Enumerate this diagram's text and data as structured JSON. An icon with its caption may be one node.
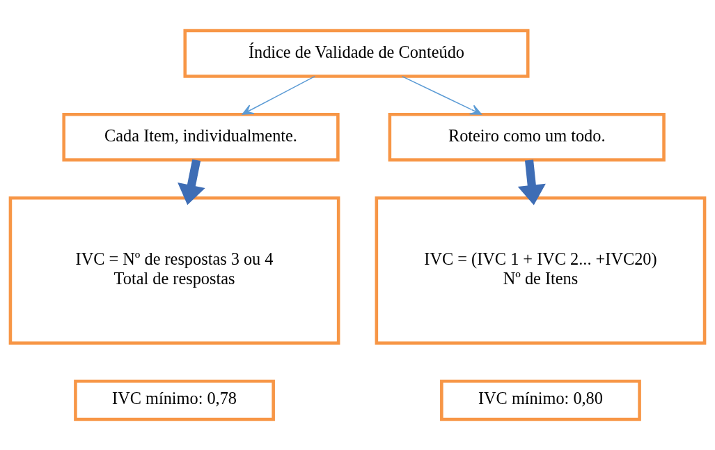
{
  "diagram": {
    "nodes": [
      {
        "text": [
          "Índice de Validade de Conteúdo"
        ]
      },
      {
        "text": [
          "Cada Item, individualmente."
        ]
      },
      {
        "text": [
          "Roteiro como um todo."
        ]
      },
      {
        "text": [
          "IVC = Nº de respostas 3 ou 4",
          "Total de respostas"
        ]
      },
      {
        "text": [
          "IVC = (IVC 1 + IVC 2... +IVC20)",
          "Nº de Itens"
        ]
      },
      {
        "text": [
          "IVC mínimo: 0,78"
        ]
      },
      {
        "text": [
          "IVC mínimo: 0,80"
        ]
      }
    ],
    "edges": [
      {
        "from": 0,
        "to": 1,
        "arrow": "to",
        "color": "#5b9bd5"
      },
      {
        "from": 0,
        "to": 2,
        "arrow": "to",
        "color": "#5b9bd5"
      },
      {
        "from": 1,
        "to": 3,
        "arrow": "to",
        "style": "thick",
        "color": "#3e6db5"
      },
      {
        "from": 2,
        "to": 4,
        "arrow": "to",
        "style": "thick",
        "color": "#3e6db5"
      }
    ]
  }
}
